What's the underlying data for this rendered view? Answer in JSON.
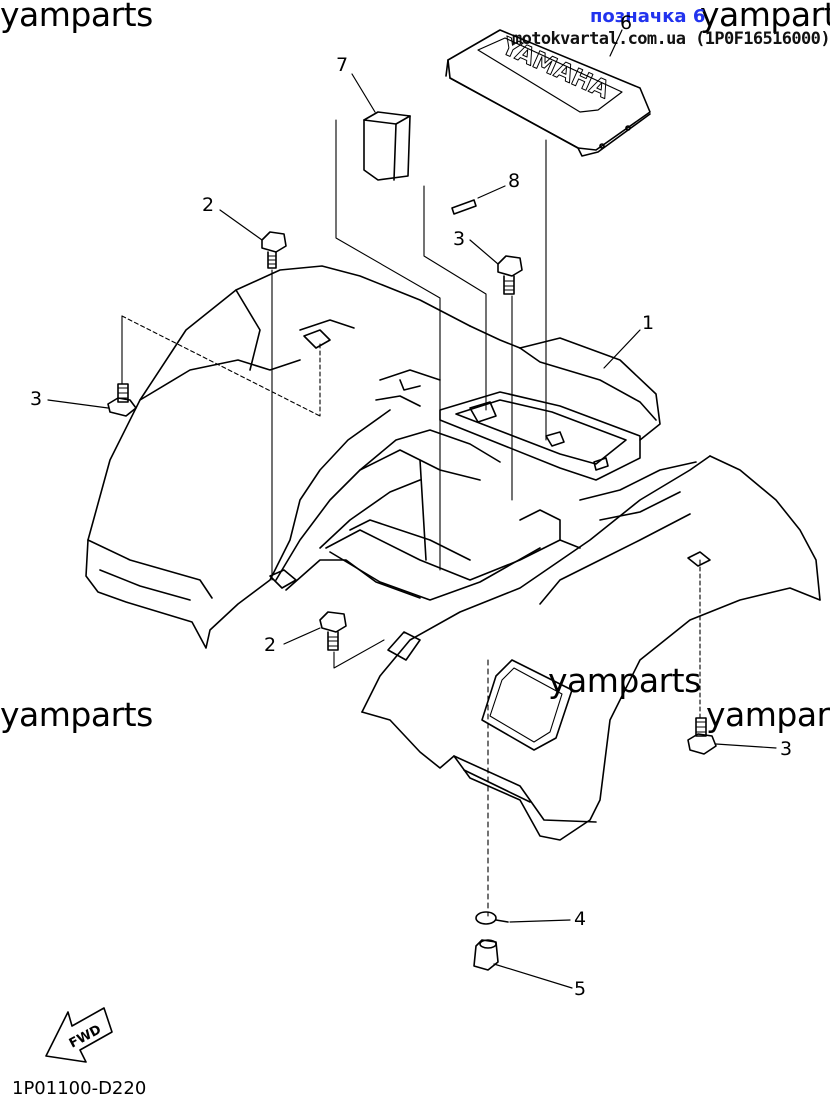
{
  "watermarks": [
    "yamparts",
    "yamparts",
    "yamparts",
    "yamparts",
    "yamparts"
  ],
  "header": {
    "label": "позначка 6",
    "site": "motokvartal.com.ua (1P0F16516000)"
  },
  "callouts": {
    "c1": "1",
    "c2a": "2",
    "c2b": "2",
    "c3a": "3",
    "c3b": "3",
    "c3c": "3",
    "c4": "4",
    "c5": "5",
    "c6": "6",
    "c7": "7",
    "c8": "8"
  },
  "fwd_label": "FWD",
  "seat_logo": "YAMAHA",
  "diagram_code": "1P01100-D220"
}
